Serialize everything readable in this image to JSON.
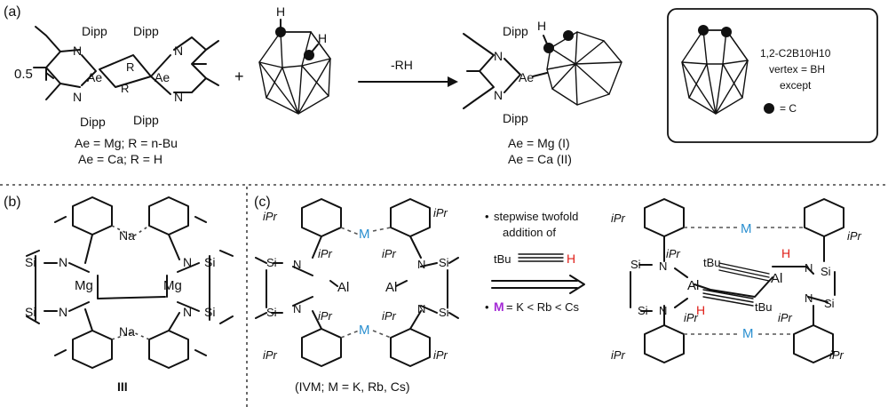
{
  "panel_a": {
    "label": "(a)",
    "coef": "0.5",
    "reactant": {
      "N_top_left": "N",
      "N_bot_left": "N",
      "Dipp_tl": "Dipp",
      "Dipp_bl": "Dipp",
      "Ae_left": "Ae",
      "R_top": "R",
      "R_bot": "R",
      "Ae_right": "Ae",
      "N_top_right": "N",
      "N_bot_right": "N",
      "Dipp_tr": "Dipp",
      "Dipp_br": "Dipp",
      "cond1": "Ae = Mg; R = n-Bu",
      "cond2": "Ae = Ca; R = H"
    },
    "plus": "+",
    "carborane_H1": "H",
    "carborane_H2": "H",
    "arrow_label": "-RH",
    "product": {
      "N_top": "N",
      "N_bot": "N",
      "Dipp_top": "Dipp",
      "Dipp_bot": "Dipp",
      "Ae": "Ae",
      "H": "H",
      "lbl1": "Ae = Mg (I)",
      "lbl2": "Ae = Ca (II)"
    },
    "legend": {
      "formula": "1,2-C2B10H10",
      "line2": "vertex = BH",
      "line3": "except",
      "line4": "= C"
    }
  },
  "panel_b": {
    "label": "(b)",
    "Na_top": "Na",
    "Na_bot": "Na",
    "Mg_left": "Mg",
    "Mg_right": "Mg",
    "Si_tl": "Si",
    "Si_bl": "Si",
    "Si_tr": "Si",
    "Si_br": "Si",
    "N_tl": "N",
    "N_bl": "N",
    "N_tr": "N",
    "N_br": "N",
    "compound": "III"
  },
  "panel_c": {
    "label": "(c)",
    "iPr": "iPr",
    "M": "M",
    "Al": "Al",
    "Si": "Si",
    "N": "N",
    "compound_label": "(IVM; M = K, Rb, Cs)",
    "step1": "stepwise twofold",
    "step2": "addition of",
    "tBu": "tBu",
    "H": "H",
    "order": "= K < Rb < Cs"
  },
  "colors": {
    "metal": "#2a8fd0",
    "hydride": "#e0201a",
    "highlight_M": "#a52bd6"
  }
}
